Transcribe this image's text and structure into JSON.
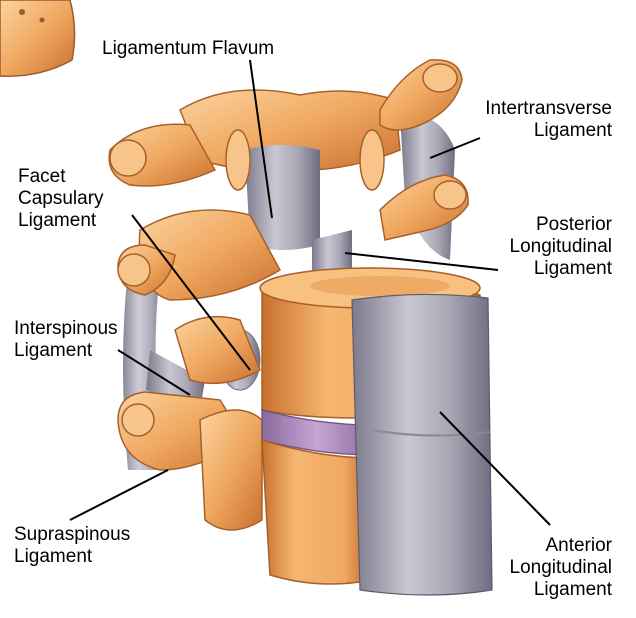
{
  "diagram": {
    "labels": {
      "ligamentum_flavum": [
        "Ligamentum Flavum"
      ],
      "intertransverse": [
        "Intertransverse",
        "Ligament"
      ],
      "facet_capsulary": [
        "Facet",
        "Capsulary",
        "Ligament"
      ],
      "posterior_longitudinal": [
        "Posterior",
        "Longitudinal",
        "Ligament"
      ],
      "interspinous": [
        "Interspinous",
        "Ligament"
      ],
      "supraspinous": [
        "Supraspinous",
        "Ligament"
      ],
      "anterior_longitudinal": [
        "Anterior",
        "Longitudinal",
        "Ligament"
      ]
    },
    "colors": {
      "bone": "#f0a860",
      "bone_dark": "#c8702e",
      "bone_light": "#fbd3a0",
      "ligament": "#a9a7b4",
      "ligament_dark": "#7c7a8c",
      "disc": "#b08bc0",
      "leader": "#000000"
    }
  }
}
